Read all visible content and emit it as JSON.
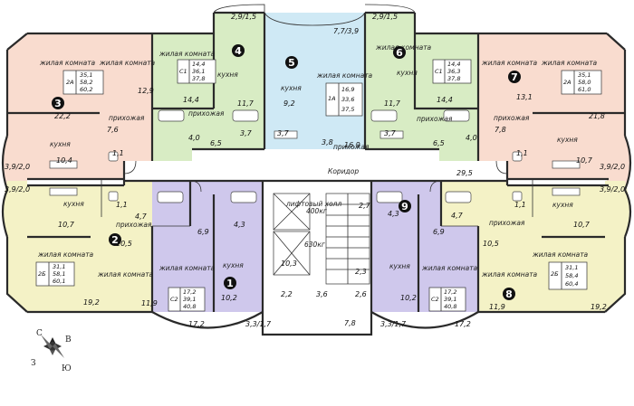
{
  "colors": {
    "apt1": "#cfc8ec",
    "apt2": "#f4f2c6",
    "apt3": "#f9dccf",
    "apt4": "#d8ecc4",
    "apt5": "#cfe9f5",
    "apt6": "#d8ecc4",
    "apt7": "#f9dccf",
    "apt8": "#f4f2c6",
    "apt9": "#cfc8ec",
    "common": "#ffffff",
    "wall": "#2a2a2a"
  },
  "labels": {
    "living": "жилая комната",
    "kitchen": "кухня",
    "hall": "прихожая",
    "corridor": "Коридор",
    "lift_hall": "лифтовый холл",
    "lift_small": "400кг",
    "lift_big": "630кг"
  },
  "apartments": [
    {
      "id": "apt-1",
      "marker": "1",
      "marker_style": "dark",
      "type": "С2",
      "areas": [
        "17,2",
        "39,1",
        "40,8"
      ]
    },
    {
      "id": "apt-2",
      "marker": "2",
      "marker_style": "dark",
      "type": "2Б",
      "areas": [
        "31,1",
        "58,1",
        "60,1"
      ]
    },
    {
      "id": "apt-3",
      "marker": "3",
      "marker_style": "dark",
      "type": "2А",
      "areas": [
        "35,1",
        "58,2",
        "60,2"
      ]
    },
    {
      "id": "apt-4",
      "marker": "4",
      "marker_style": "dark",
      "type": "С1",
      "areas": [
        "14,4",
        "36,1",
        "37,8"
      ]
    },
    {
      "id": "apt-5",
      "marker": "5",
      "marker_style": "dark",
      "type": "1А",
      "areas": [
        "16,9",
        "33,6",
        "37,5"
      ]
    },
    {
      "id": "apt-6",
      "marker": "6",
      "marker_style": "dark",
      "type": "С1",
      "areas": [
        "14,4",
        "36,3",
        "37,8"
      ]
    },
    {
      "id": "apt-7",
      "marker": "7",
      "marker_style": "dark",
      "type": "2А",
      "areas": [
        "35,1",
        "58,0",
        "61,0"
      ]
    },
    {
      "id": "apt-8",
      "marker": "8",
      "marker_style": "dark",
      "type": "2Б",
      "areas": [
        "31,1",
        "58,4",
        "60,4"
      ]
    },
    {
      "id": "apt-9",
      "marker": "9",
      "marker_style": "dark",
      "type": "С2",
      "areas": [
        "17,2",
        "39,1",
        "40,8"
      ]
    }
  ],
  "dimensions": {
    "d_22_2": "22,2",
    "d_12_9": "12,9",
    "d_7_6": "7,6",
    "d_10_4": "10,4",
    "d_3_9_2_0a": "3,9/2,0",
    "d_3_9_2_0b": "3,9/2,0",
    "d_1_1a": "1,1",
    "d_4_0a": "4,0",
    "d_14_4a": "14,4",
    "d_6_5a": "6,5",
    "d_11_7a": "11,7",
    "d_9_2": "9,2",
    "d_3_7a": "3,7",
    "d_3_7b": "3,7",
    "d_3_8": "3,8",
    "d_16_9": "16,9",
    "d_2_9_1_5a": "2,9/1,5",
    "d_7_7_3_9": "7,7/3,9",
    "d_2_9_1_5b": "2,9/1,5",
    "d_3_7c": "3,7",
    "d_11_7b": "11,7",
    "d_14_4b": "14,4",
    "d_6_5b": "6,5",
    "d_4_0b": "4,0",
    "d_13_1": "13,1",
    "d_7_8": "7,8",
    "d_21_8": "21,8",
    "d_10_7a": "10,7",
    "d_1_1b": "1,1",
    "d_3_9_2_0c": "3,9/2,0",
    "d_3_9_2_0d": "3,9/2,0",
    "d_29_5": "29,5",
    "d_1_1c": "1,1",
    "d_10_7b": "10,7",
    "d_4_7a": "4,7",
    "d_10_7c": "10,7",
    "d_1_1d": "1,1",
    "d_4_7b": "4,7",
    "d_10_5a": "10,5",
    "d_6_9a": "6,9",
    "d_4_3a": "4,3",
    "d_2_7": "2,7",
    "d_4_3b": "4,3",
    "d_6_9b": "6,9",
    "d_10_5b": "10,5",
    "d_19_2a": "19,2",
    "d_11_9a": "11,9",
    "d_10_2a": "10,2",
    "d_17_2a": "17,2",
    "d_3_3_1_7a": "3,3/1,7",
    "d_10_3": "10,3",
    "d_2_2": "2,2",
    "d_3_6": "3,6",
    "d_2_3": "2,3",
    "d_2_6": "2,6",
    "d_7_8b": "7,8",
    "d_10_2b": "10,2",
    "d_17_2b": "17,2",
    "d_3_3_1_7b": "3,3/1,7",
    "d_11_9b": "11,9",
    "d_19_2b": "19,2"
  },
  "compass": {
    "n": "С",
    "e": "В",
    "s": "Ю",
    "w": "З"
  }
}
